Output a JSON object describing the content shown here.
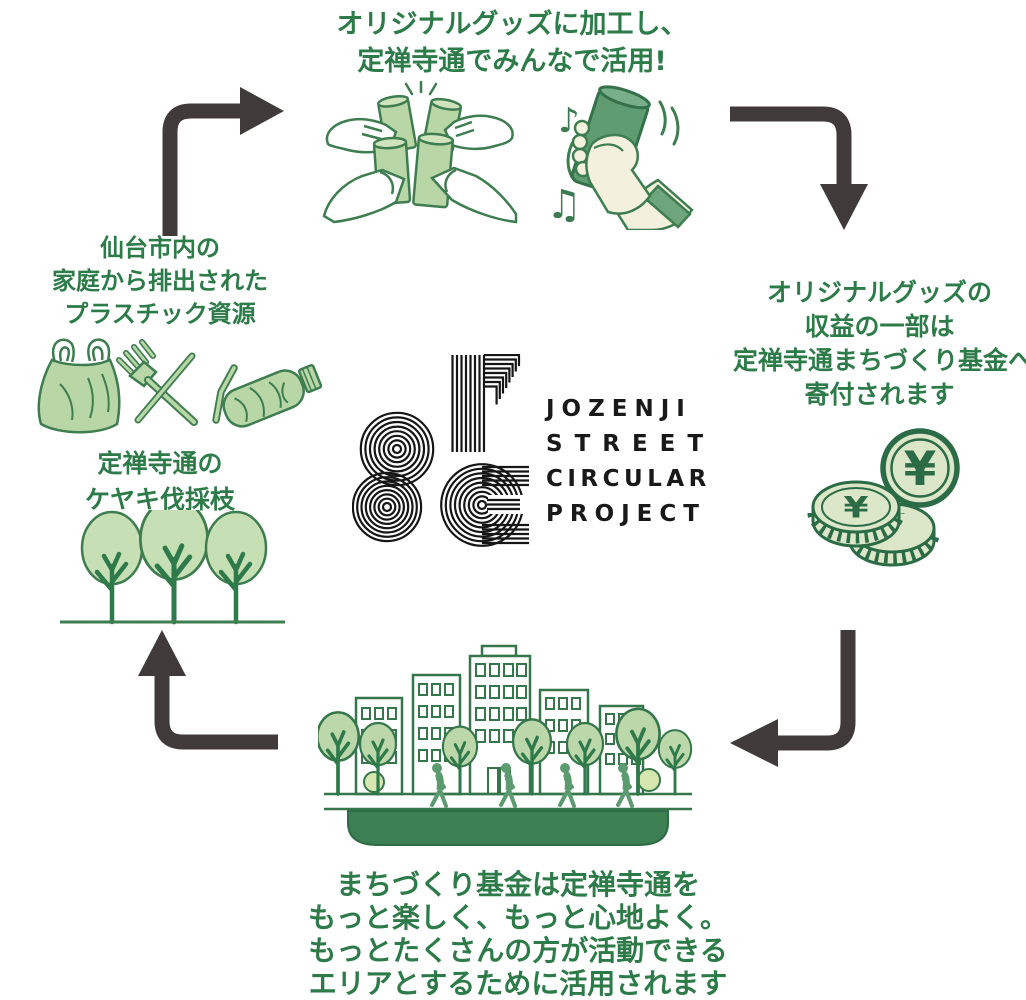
{
  "logo": {
    "mark": "jozenji-circular-striped-mark",
    "lines": [
      "JOZENJI",
      "STREET",
      "CIRCULAR",
      "PROJECT"
    ]
  },
  "cycle": {
    "top": {
      "lines": [
        "オリジナルグッズに加工し、",
        "定禅寺通でみんなで活用!"
      ]
    },
    "right": {
      "lines": [
        "オリジナルグッズの",
        "収益の一部は",
        "定禅寺通まちづくり基金へ",
        "寄付されます"
      ]
    },
    "bottom": {
      "lines": [
        "まちづくり基金は定禅寺通を",
        "もっと楽しく、もっと心地よく。",
        "もっとたくさんの方が活動できる",
        "エリアとするために活用されます"
      ]
    },
    "left_top": {
      "lines": [
        "仙台市内の",
        "家庭から排出された",
        "プラスチック資源"
      ]
    },
    "left_bottom": {
      "lines": [
        "定禅寺通の",
        "ケヤキ伐採枝"
      ]
    }
  },
  "icons": {
    "note_single": "♪",
    "note_beamed": "♫",
    "yen_large": "¥",
    "yen_small": "¥",
    "toast": "toasting-tumblers-illustration",
    "shaking_tumbler": "hand-shaking-tumbler-illustration",
    "plastic_waste": "plastic-bag-cutlery-bottle-illustration",
    "zelkova_trees": "three-trees-illustration",
    "coins": "yen-coins-illustration",
    "street_scene": "street-buildings-trees-people-illustration",
    "arrows": "cycle-flow-arrows"
  },
  "colors": {
    "text_green": "#2d7b49",
    "outline_green": "#3e7d50",
    "light_green_fill": "#b9d6a7",
    "pale_green_fill": "#dce7ca",
    "mid_green": "#5f9c72",
    "sleeve_green": "#6fa57c",
    "hand_cream": "#f3f0dd",
    "arrow_dark": "#413a3a",
    "logo_black": "#161616",
    "city_green": "#35764b",
    "platform_green": "#3c7f52",
    "bush_yellow_green": "#d7e6ae"
  }
}
